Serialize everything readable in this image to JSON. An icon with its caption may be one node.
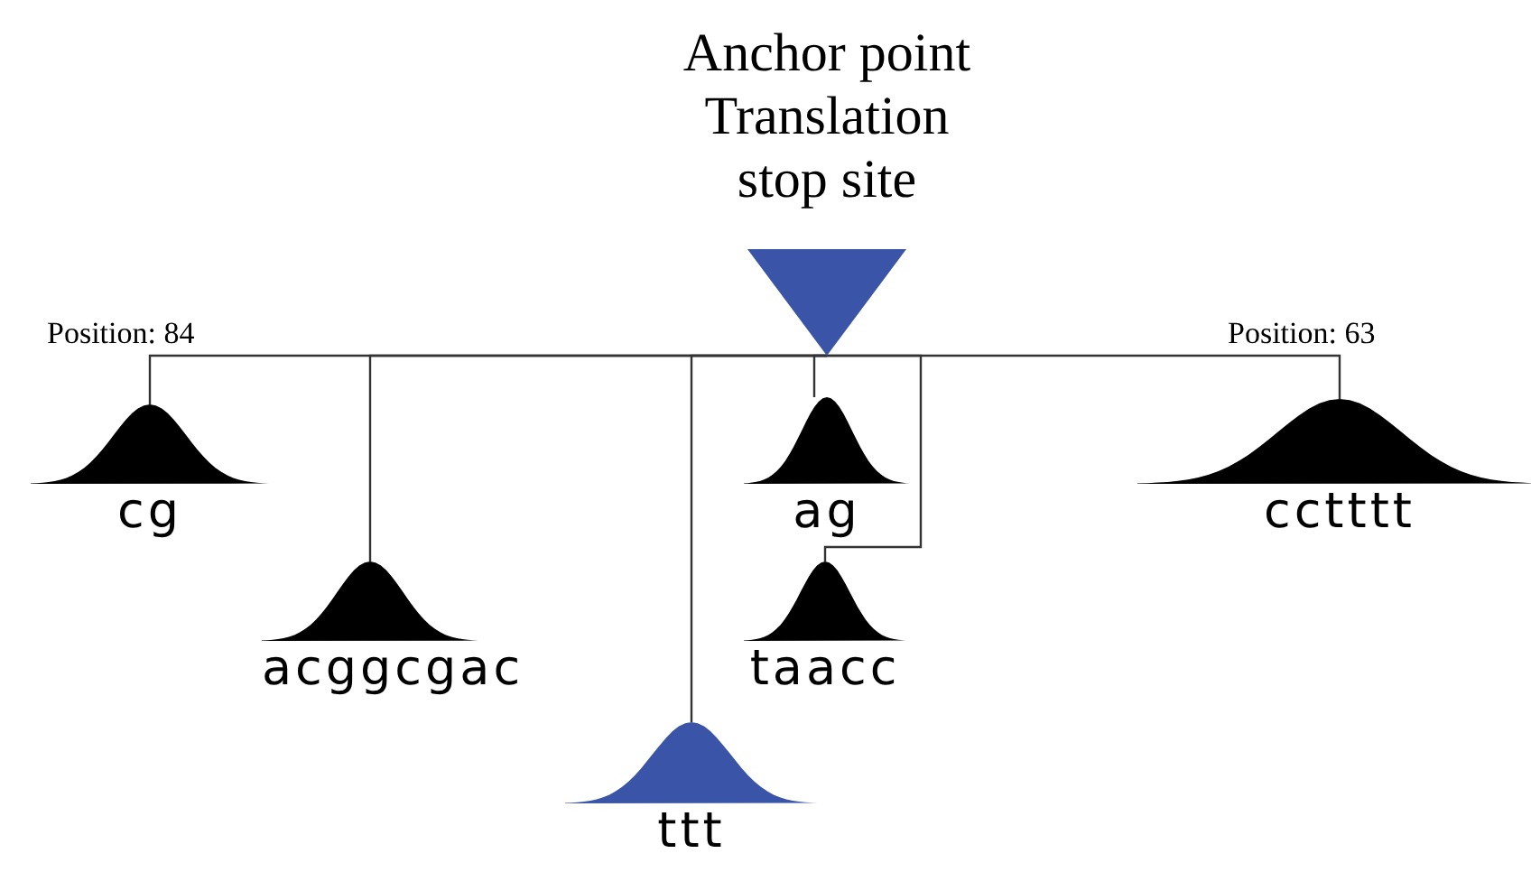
{
  "diagram": {
    "nodes": [
      {
        "text": [
          "Anchor point Translation stop site"
        ]
      },
      {
        "text": [
          "cg"
        ],
        "beside": [
          "Position: 84"
        ]
      },
      {
        "text": [
          "acggcgac"
        ]
      },
      {
        "text": [
          "ttt"
        ]
      },
      {
        "text": [
          "ag"
        ]
      },
      {
        "text": [
          "taacc"
        ]
      },
      {
        "text": [
          "cctttt"
        ],
        "beside": [
          "Position: 63"
        ]
      }
    ],
    "edges": [
      {
        "from": 0,
        "to": 1,
        "arrow": "none"
      },
      {
        "from": 0,
        "to": 2,
        "arrow": "none"
      },
      {
        "from": 0,
        "to": 3,
        "arrow": "none"
      },
      {
        "from": 0,
        "to": 4,
        "arrow": "none"
      },
      {
        "from": 0,
        "to": 5,
        "arrow": "none"
      },
      {
        "from": 0,
        "to": 6,
        "arrow": "none"
      }
    ]
  }
}
